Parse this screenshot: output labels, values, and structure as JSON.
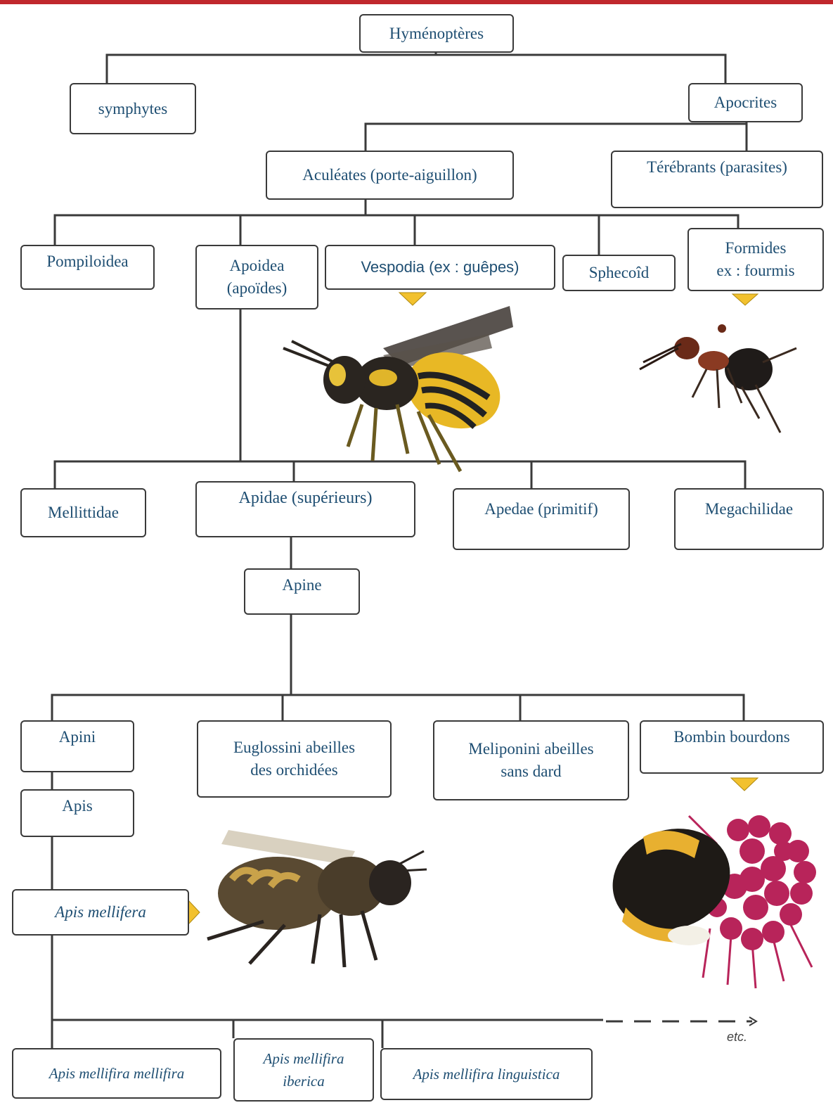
{
  "colors": {
    "top_rule": "#c0282d",
    "box_text": "#1e4e72",
    "box_border": "#3a3a3a",
    "connector": "#3a3a3a",
    "marker": "#f2c12e"
  },
  "nodes": {
    "hymenopteres": "Hyménoptères",
    "symphytes": "symphytes",
    "apocrites": "Apocrites",
    "aculeates": "Aculéates (porte-aiguillon)",
    "terebrants": "Térébrants (parasites)",
    "pompiloidea": "Pompiloidea",
    "apoidea": [
      "Apoidea",
      "(apoïdes)"
    ],
    "vespodia": "Vespodia (ex : guêpes)",
    "sphecoid": "Sphecoîd",
    "formides": [
      "Formides",
      "ex : fourmis"
    ],
    "mellittidae": "Mellittidae",
    "apidae": "Apidae (supérieurs)",
    "apedae": "Apedae (primitif)",
    "megachilidae": "Megachilidae",
    "apine": "Apine",
    "apini": "Apini",
    "euglossini": [
      "Euglossini abeilles",
      "des orchidées"
    ],
    "meliponini": [
      "Meliponini abeilles",
      "sans dard"
    ],
    "bombin": "Bombin bourdons",
    "apis": "Apis",
    "apis_mellifera": "Apis mellifera",
    "apis_mellifira_mellifira": "Apis mellifira mellifira",
    "apis_mellifira_iberica": [
      "Apis mellifira",
      "iberica"
    ],
    "apis_mellifira_linguistica": "Apis mellifira linguistica"
  },
  "etc_label": "etc.",
  "illustrations": [
    "wasp-illustration",
    "ant-illustration",
    "honeybee-illustration",
    "bumblebee-illustration"
  ]
}
